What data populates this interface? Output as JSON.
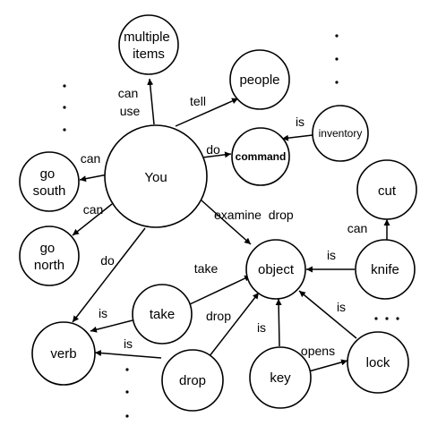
{
  "nodes": {
    "you": {
      "label": "You"
    },
    "multiple": {
      "lines": [
        "multiple",
        "items"
      ]
    },
    "people": {
      "label": "people"
    },
    "inventory": {
      "label": "inventory"
    },
    "command": {
      "label": "command"
    },
    "go_south": {
      "lines": [
        "go",
        "south"
      ]
    },
    "go_north": {
      "lines": [
        "go",
        "north"
      ]
    },
    "cut": {
      "label": "cut"
    },
    "object": {
      "label": "object"
    },
    "knife": {
      "label": "knife"
    },
    "take": {
      "label": "take"
    },
    "verb": {
      "label": "verb"
    },
    "drop": {
      "label": "drop"
    },
    "key": {
      "label": "key"
    },
    "lock": {
      "label": "lock"
    }
  },
  "edges": {
    "you_multiple": {
      "lines": [
        "can",
        "use"
      ]
    },
    "you_people": {
      "label": "tell"
    },
    "inventory_command": {
      "label": "is"
    },
    "you_command": {
      "label": "do"
    },
    "you_go_south": {
      "label": "can"
    },
    "you_go_north": {
      "label": "can"
    },
    "you_object": {
      "label": "examine  drop"
    },
    "knife_cut": {
      "label": "can"
    },
    "knife_object": {
      "label": "is"
    },
    "you_verb": {
      "label": "do"
    },
    "take_object": {
      "label": "take"
    },
    "take_verb": {
      "label": "is"
    },
    "drop_object": {
      "label": "drop"
    },
    "drop_verb": {
      "label": "is"
    },
    "key_object": {
      "label": "is"
    },
    "lock_object": {
      "label": "is"
    },
    "key_lock": {
      "label": "opens"
    }
  }
}
